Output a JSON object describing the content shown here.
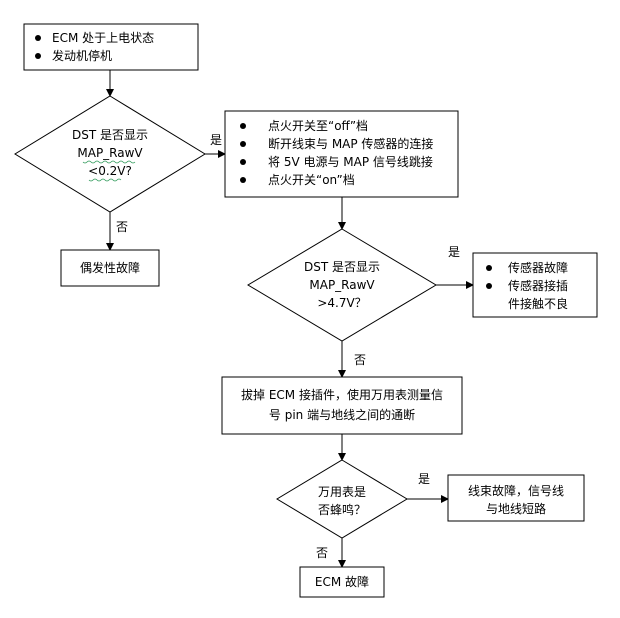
{
  "diagram": {
    "start_box": {
      "lines": [
        "ECM 处于上电状态",
        "发动机停机"
      ]
    },
    "decision_1": {
      "lines": [
        "DST 是否显示",
        "MAP_RawV",
        "<0.2V?"
      ]
    },
    "action_1": {
      "lines": [
        "点火开关至“off”档",
        "断开线束与 MAP 传感器的连接",
        "将 5V 电源与 MAP 信号线跳接",
        "点火开关“on”档"
      ]
    },
    "result_intermittent": {
      "text": "偶发性故障"
    },
    "decision_2": {
      "lines": [
        "DST 是否显示",
        "MAP_RawV",
        ">4.7V？"
      ]
    },
    "result_sensor": {
      "lines": [
        "传感器故障",
        "传感器接插",
        "件接触不良"
      ]
    },
    "action_2": {
      "lines": [
        "拔掉 ECM 接插件，使用万用表测量信",
        "号 pin 端与地线之间的通断"
      ]
    },
    "decision_3": {
      "lines": [
        "万用表是",
        "否蜂鸣？"
      ]
    },
    "result_harness": {
      "lines": [
        "线束故障，信号线",
        "与地线短路"
      ]
    },
    "result_ecm": {
      "text": "ECM 故障"
    },
    "edge_labels": {
      "d1_yes": "是",
      "d1_no": "否",
      "d2_yes": "是",
      "d2_no": "否",
      "d3_yes": "是",
      "d3_no": "否"
    },
    "colors": {
      "stroke": "#000000",
      "fill": "#ffffff",
      "spell_underline": "#2f9a5a"
    }
  }
}
